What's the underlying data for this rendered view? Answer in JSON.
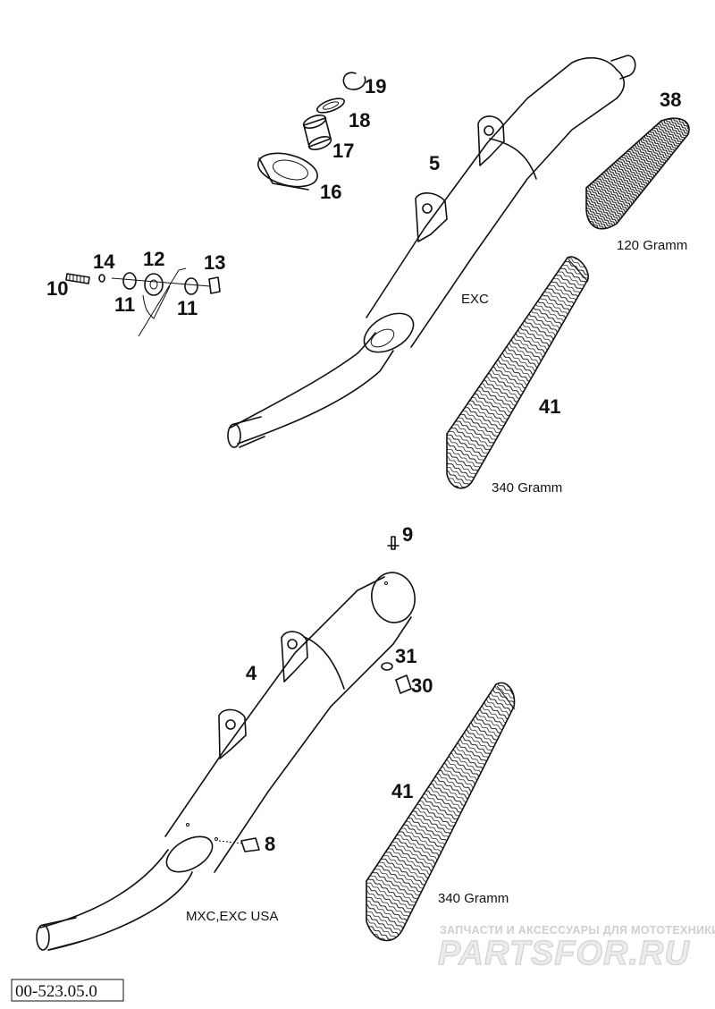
{
  "callouts": {
    "n19": "19",
    "n18": "18",
    "n17": "17",
    "n16": "16",
    "n38": "38",
    "n5": "5",
    "n14": "14",
    "n12": "12",
    "n13": "13",
    "n10": "10",
    "n11a": "11",
    "n11b": "11",
    "n41a": "41",
    "n9": "9",
    "n31": "31",
    "n4": "4",
    "n30": "30",
    "n41b": "41",
    "n8": "8"
  },
  "labels": {
    "top_variant": "EXC",
    "weight_38": "120 Gramm",
    "weight_41_top": "340 Gramm",
    "weight_41_bottom": "340 Gramm",
    "bottom_variant": "MXC,EXC USA"
  },
  "watermark": {
    "tagline": "ЗАПЧАСТИ И АКСЕССУАРЫ ДЛЯ МОТОТЕХНИКИ",
    "brand": "PARTSFOR.RU"
  },
  "drawing_code": "00-523.05.0",
  "colors": {
    "ink": "#111111",
    "watermark": "#d2d2d2",
    "background": "#ffffff"
  }
}
